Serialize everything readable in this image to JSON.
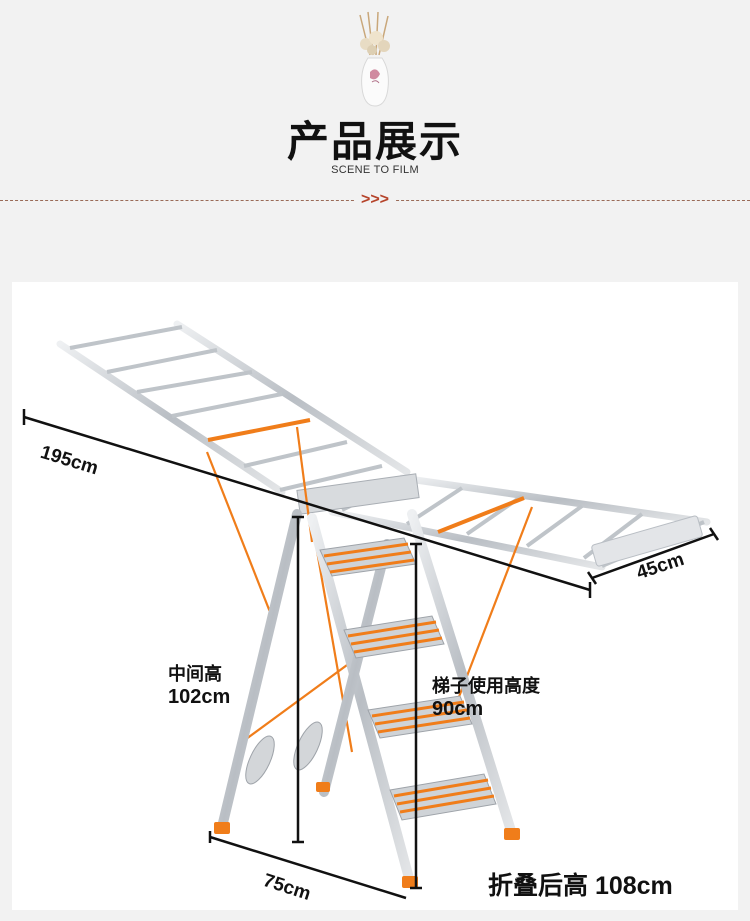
{
  "header": {
    "title": "产品展示",
    "subtitle": "SCENE TO FILM",
    "divider_glyph": ">>>"
  },
  "dimensions": {
    "length": "195cm",
    "width": "45cm",
    "mid_height_label": "中间高",
    "mid_height_value": "102cm",
    "ladder_height_label": "梯子使用高度",
    "ladder_height_value": "90cm",
    "base": "75cm",
    "folded_height": "折叠后高 108cm"
  },
  "colors": {
    "accent_orange": "#f07d1a",
    "divider_brown": "#9a6b58",
    "chevron_red": "#b5432a",
    "steel": "#c9cdd2"
  }
}
